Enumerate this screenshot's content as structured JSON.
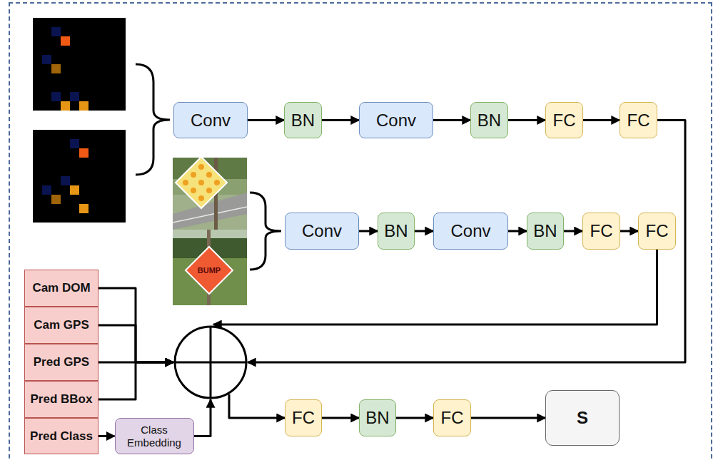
{
  "diagram": {
    "nodes": [
      {
        "text": [
          "Conv"
        ]
      },
      {
        "text": [
          "BN"
        ]
      },
      {
        "text": [
          "Conv"
        ]
      },
      {
        "text": [
          "BN"
        ]
      },
      {
        "text": [
          "FC"
        ]
      },
      {
        "text": [
          "FC"
        ]
      },
      {
        "text": [
          "Conv"
        ]
      },
      {
        "text": [
          "BN"
        ]
      },
      {
        "text": [
          "Conv"
        ]
      },
      {
        "text": [
          "BN"
        ]
      },
      {
        "text": [
          "FC"
        ]
      },
      {
        "text": [
          "FC"
        ]
      },
      {
        "text": [
          "Cam DOM"
        ]
      },
      {
        "text": [
          "Cam GPS"
        ]
      },
      {
        "text": [
          "Pred GPS"
        ]
      },
      {
        "text": [
          "Pred BBox"
        ]
      },
      {
        "text": [
          "Pred Class"
        ]
      },
      {
        "text": [
          "Class Embedding"
        ]
      },
      {
        "text": []
      },
      {
        "text": [
          "FC"
        ]
      },
      {
        "text": [
          "BN"
        ]
      },
      {
        "text": [
          "FC"
        ]
      },
      {
        "text": [
          "S"
        ]
      }
    ],
    "edges": [
      {
        "from": 0,
        "to": 1,
        "arrow": "to"
      },
      {
        "from": 1,
        "to": 2,
        "arrow": "to"
      },
      {
        "from": 2,
        "to": 3,
        "arrow": "to"
      },
      {
        "from": 3,
        "to": 4,
        "arrow": "to"
      },
      {
        "from": 4,
        "to": 5,
        "arrow": "to"
      },
      {
        "from": 6,
        "to": 7,
        "arrow": "to"
      },
      {
        "from": 7,
        "to": 8,
        "arrow": "to"
      },
      {
        "from": 8,
        "to": 9,
        "arrow": "to"
      },
      {
        "from": 9,
        "to": 10,
        "arrow": "to"
      },
      {
        "from": 10,
        "to": 11,
        "arrow": "to"
      },
      {
        "from": 5,
        "to": 18,
        "arrow": "to"
      },
      {
        "from": 11,
        "to": 18,
        "arrow": "to"
      },
      {
        "from": 12,
        "to": 18,
        "arrow": "to"
      },
      {
        "from": 13,
        "to": 18,
        "arrow": "to"
      },
      {
        "from": 14,
        "to": 18,
        "arrow": "to"
      },
      {
        "from": 15,
        "to": 18,
        "arrow": "to"
      },
      {
        "from": 16,
        "to": 17,
        "arrow": "to"
      },
      {
        "from": 17,
        "to": 18,
        "arrow": "to"
      },
      {
        "from": 18,
        "to": 19,
        "arrow": "to"
      },
      {
        "from": 19,
        "to": 20,
        "arrow": "to"
      },
      {
        "from": 20,
        "to": 21,
        "arrow": "to"
      },
      {
        "from": 21,
        "to": 22,
        "arrow": "to"
      }
    ],
    "labels": [
      "BUMP"
    ]
  }
}
